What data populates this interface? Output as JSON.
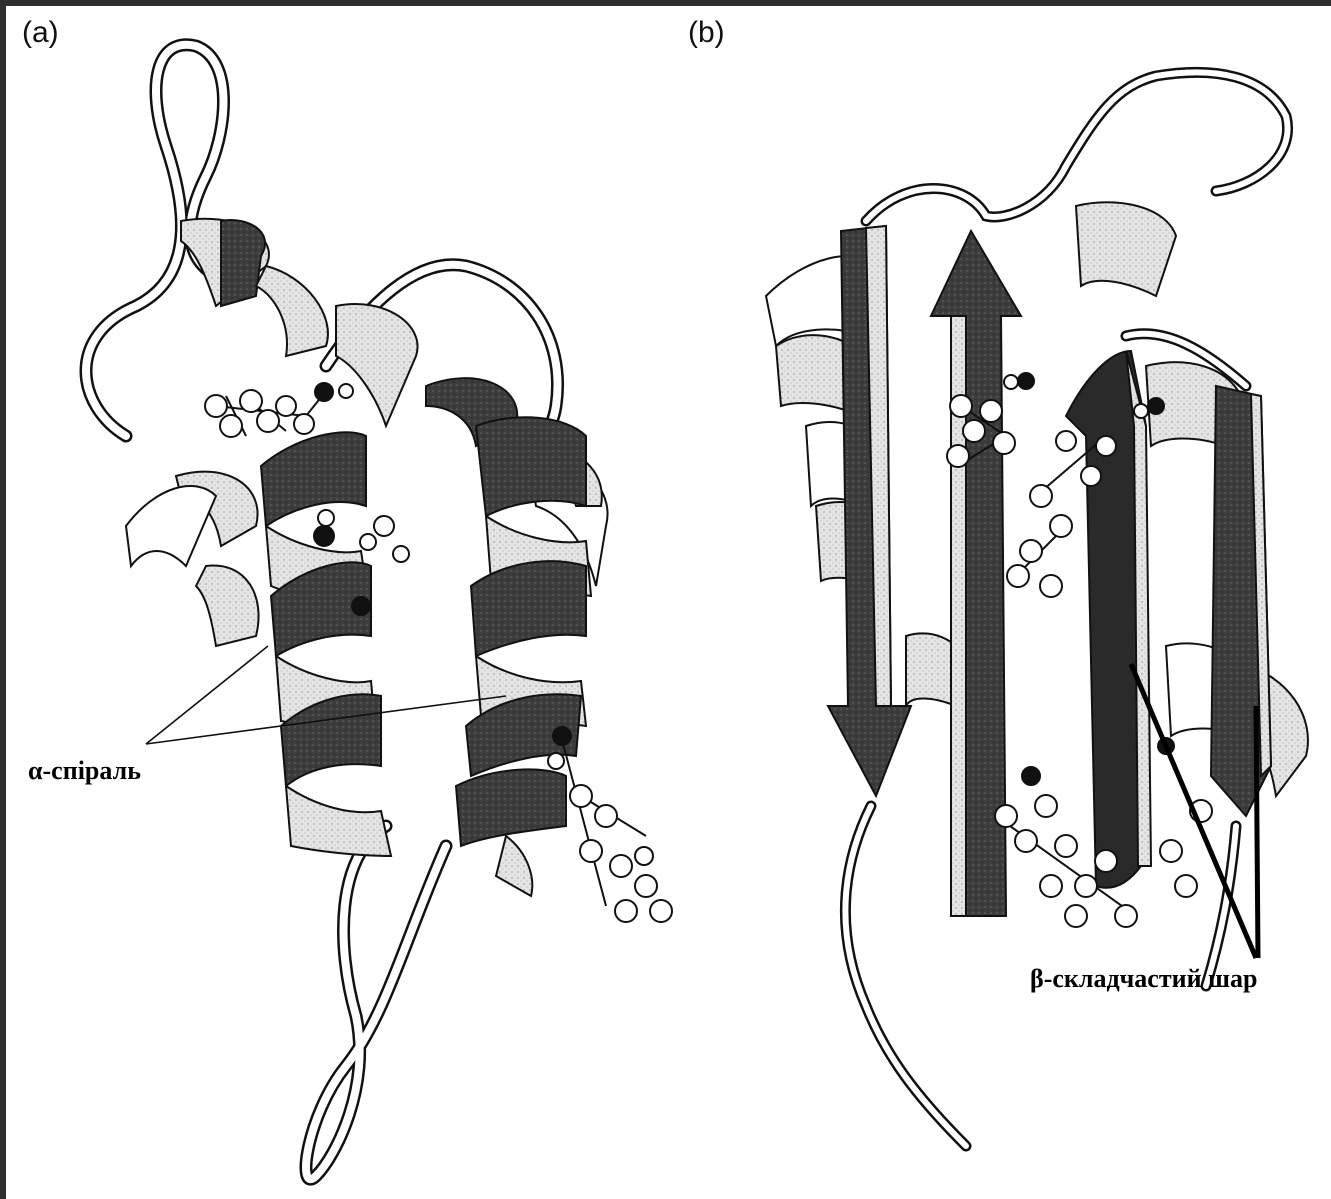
{
  "panels": [
    {
      "label": "(a)",
      "structure": "alpha-helix protein ribbon"
    },
    {
      "label": "(b)",
      "structure": "beta-sheet protein ribbon"
    }
  ],
  "callouts": {
    "alpha": "α-спіраль",
    "beta": "β-складчастий шар"
  },
  "colors": {
    "background": "#ffffff",
    "frame": "#2e2e2e",
    "ribbon_dark": "#3a3a3a",
    "ribbon_light": "#d8d8d8",
    "line": "#111111"
  }
}
